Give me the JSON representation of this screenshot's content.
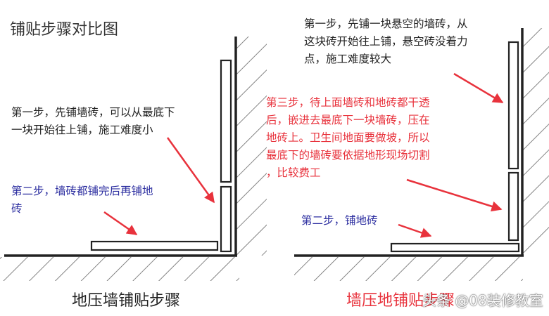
{
  "title": "铺贴步骤对比图",
  "colors": {
    "dark": "#222222",
    "red": "#e8323c",
    "blue": "#2c2ea0"
  },
  "left": {
    "step1": "第一步，先铺墙砖，可以从最底下\n一块开始往上铺，施工难度小",
    "step2": "第二步，墙砖都铺完后再铺地\n砖",
    "caption": "地压墙铺贴步骤"
  },
  "right": {
    "step1": "第一步，先铺一块悬空的墙砖，从\n这块砖开始往上铺，悬空砖没着力\n点，施工难度较大",
    "step3": "第三步，待上面墙砖和地砖都干透\n后，嵌进去最底下一块墙砖，压在\n地砖上。卫生间地面要做坡，所以\n最底下的墙砖要依据地形现场切割\n，比较费工",
    "step2": "第二步，铺地砖",
    "caption": "墙压地铺贴步骤"
  },
  "watermark": "头条 @08装修教室"
}
